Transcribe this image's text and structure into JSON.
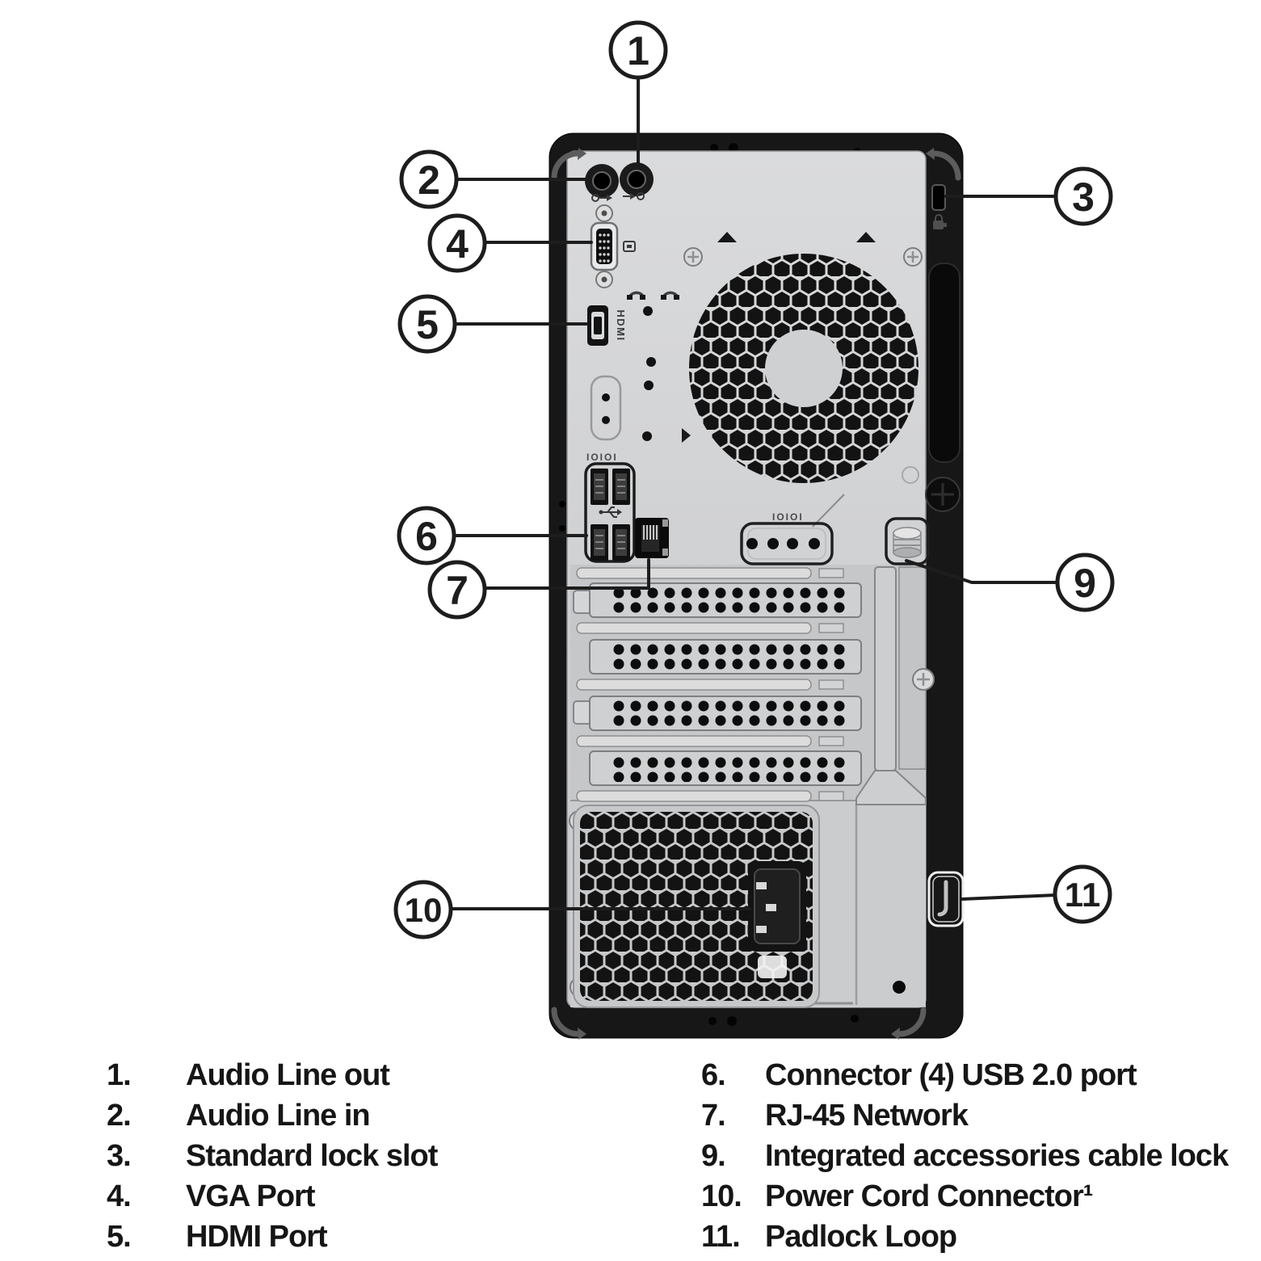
{
  "callouts": [
    {
      "number": "1"
    },
    {
      "number": "2"
    },
    {
      "number": "3"
    },
    {
      "number": "4"
    },
    {
      "number": "5"
    },
    {
      "number": "6"
    },
    {
      "number": "7"
    },
    {
      "number": "9"
    },
    {
      "number": "10"
    },
    {
      "number": "11"
    }
  ],
  "panel_labels": {
    "hdmi": "HDMI",
    "serial_top": "IOIOI",
    "serial_mid": "IOIOI"
  },
  "legend": {
    "left": [
      {
        "num": "1.",
        "label": "Audio Line out"
      },
      {
        "num": "2.",
        "label": "Audio Line in"
      },
      {
        "num": "3.",
        "label": "Standard lock slot"
      },
      {
        "num": "4.",
        "label": "VGA Port"
      },
      {
        "num": "5.",
        "label": "HDMI Port"
      }
    ],
    "right": [
      {
        "num": "6.",
        "label": "Connector (4) USB 2.0 port"
      },
      {
        "num": "7.",
        "label": "RJ-45 Network"
      },
      {
        "num": "9.",
        "label": "Integrated accessories cable lock"
      },
      {
        "num": "10.",
        "label": "Power Cord Connector¹"
      },
      {
        "num": "11.",
        "label": "Padlock Loop"
      }
    ]
  },
  "colors": {
    "chassis_frame": "#171717",
    "rear_panel": "#d2d3d5",
    "callout_line": "#1d1d1d"
  }
}
